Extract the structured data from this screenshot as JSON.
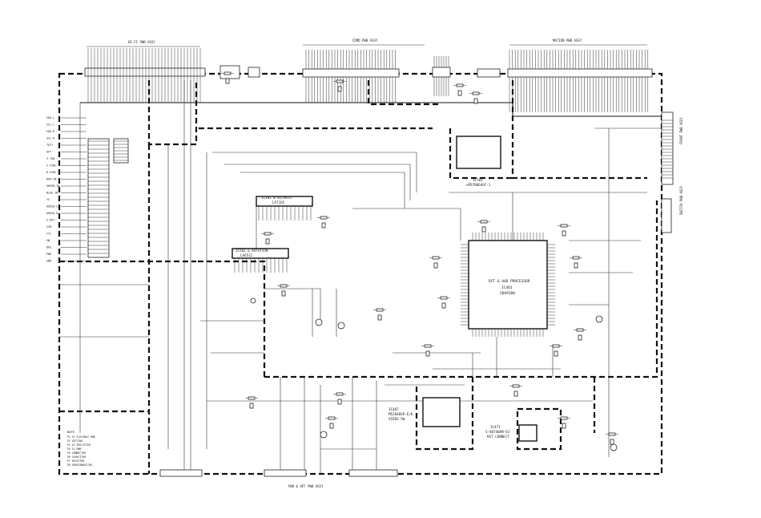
{
  "connectors": {
    "top_left": "HI-FI PWB ASSY",
    "top_center": "CDMD PWB ASSY",
    "top_right": "MOTION PWB ASSY",
    "bottom_center": "PWR & OFF PWB ASSY",
    "right_upper": "FRONT PWB ASSY",
    "right_middle": "SWITCH PWB ASSY"
  },
  "chips": {
    "main": {
      "line1": "DCT & AUD PROCESSOR",
      "line2": "IC401",
      "line3": "SDA9380"
    },
    "chroma": {
      "line1": "IC501  & HI/AUTO",
      "line2": "LA7165"
    },
    "rotation": {
      "line1": "IC502  & ROTATION",
      "line2": "LA6512"
    },
    "ic701": {
      "line1": "IC701",
      "line2": "uPD78064GF-1"
    },
    "ic407": {
      "line1": "IC407",
      "line2": "M52040SP-E/K",
      "line3": "VIDEO SW"
    },
    "ic471": {
      "line1": "IC471",
      "line2": "S-80740AN-DJ",
      "line3": "RST CONNECT"
    }
  },
  "notes_title": "NOTE",
  "notes": [
    "P1  IS FLEXIBLE PWB",
    "P2  SETTING",
    "P3  IS SPECIFIED",
    "P4  IS PWB",
    "P5  CONNECTOR",
    "P6  CAPACITOR",
    "P7  RESISTOR",
    "P8  SEMICONDUCTOR"
  ],
  "left_signals": [
    "SDA-L",
    "SCL-L",
    "SDA-H",
    "SCL-H",
    "TEST",
    "AFT",
    "V-TUN",
    "V-SYNC",
    "H-SYNC",
    "RED-IN",
    "GREEN-IN",
    "BLUE-IN",
    "YS",
    "AUDIO-L",
    "AUDIO-R",
    "V-OUT",
    "SVM",
    "CTL",
    "SW",
    "DEG",
    "PWR",
    "GND"
  ]
}
